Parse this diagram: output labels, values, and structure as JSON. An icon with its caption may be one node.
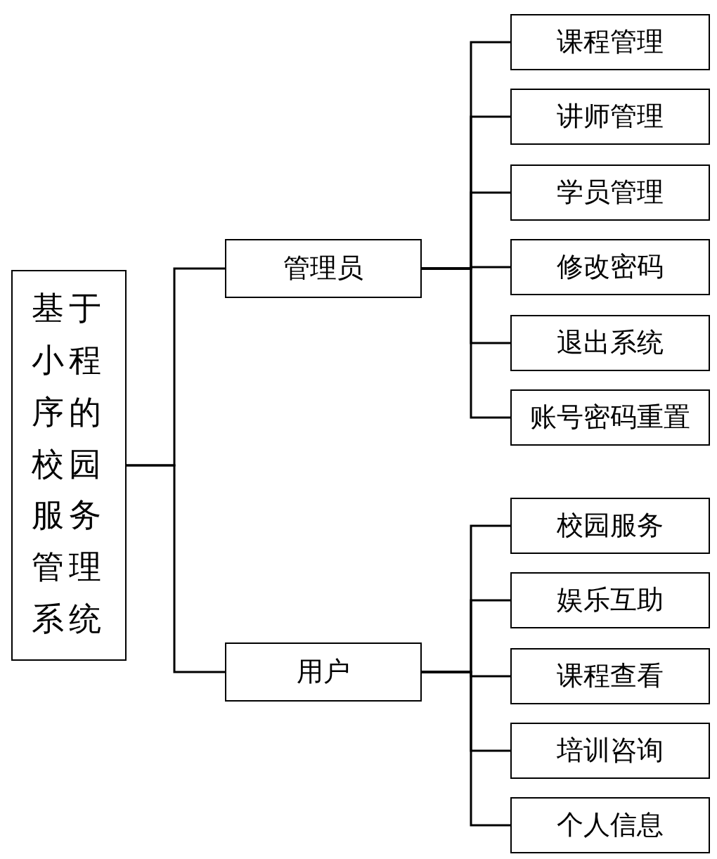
{
  "diagram": {
    "nodes": [
      {
        "text": [
          "基于小程序的校园服务管理系统"
        ]
      },
      {
        "text": [
          "管理员"
        ]
      },
      {
        "text": [
          "课程管理"
        ]
      },
      {
        "text": [
          "讲师管理"
        ]
      },
      {
        "text": [
          "学员管理"
        ]
      },
      {
        "text": [
          "修改密码"
        ]
      },
      {
        "text": [
          "退出系统"
        ]
      },
      {
        "text": [
          "账号密码重置"
        ]
      },
      {
        "text": [
          "用户"
        ]
      },
      {
        "text": [
          "校园服务"
        ]
      },
      {
        "text": [
          "娱乐互助"
        ]
      },
      {
        "text": [
          "课程查看"
        ]
      },
      {
        "text": [
          "培训咨询"
        ]
      },
      {
        "text": [
          "个人信息"
        ]
      }
    ],
    "edges": [
      {
        "from": 0,
        "to": 1,
        "arrow": "none"
      },
      {
        "from": 0,
        "to": 8,
        "arrow": "none"
      },
      {
        "from": 1,
        "to": 2,
        "arrow": "none"
      },
      {
        "from": 1,
        "to": 3,
        "arrow": "none"
      },
      {
        "from": 1,
        "to": 4,
        "arrow": "none"
      },
      {
        "from": 1,
        "to": 5,
        "arrow": "none"
      },
      {
        "from": 1,
        "to": 6,
        "arrow": "none"
      },
      {
        "from": 1,
        "to": 7,
        "arrow": "none"
      },
      {
        "from": 8,
        "to": 9,
        "arrow": "none"
      },
      {
        "from": 8,
        "to": 10,
        "arrow": "none"
      },
      {
        "from": 8,
        "to": 11,
        "arrow": "none"
      },
      {
        "from": 8,
        "to": 12,
        "arrow": "none"
      },
      {
        "from": 8,
        "to": 13,
        "arrow": "none"
      }
    ]
  }
}
